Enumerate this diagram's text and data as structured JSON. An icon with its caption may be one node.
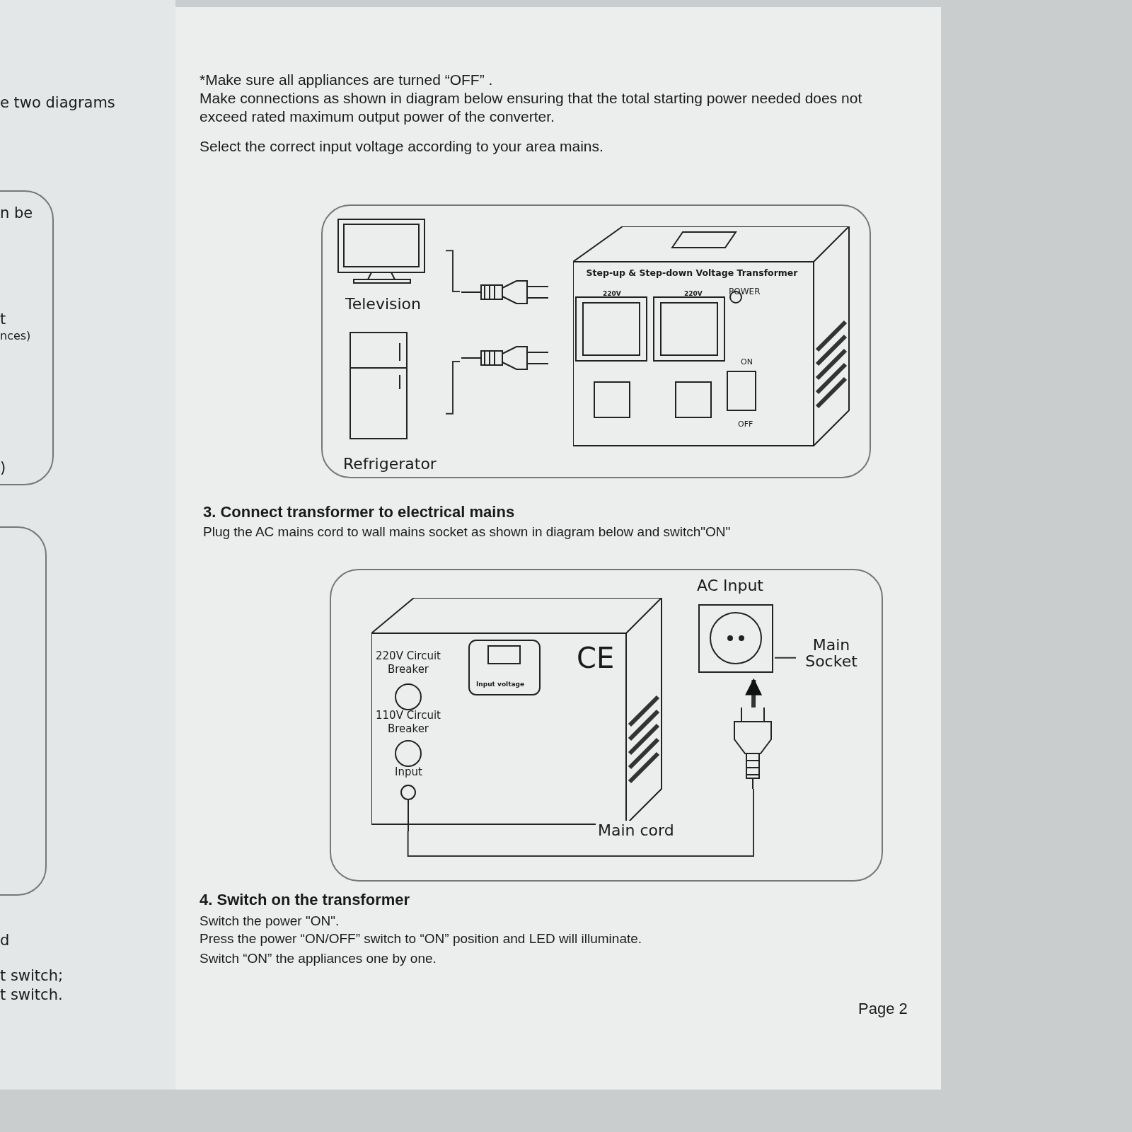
{
  "diagram": {
    "nodes": [
      {
        "text": [
          "Television"
        ]
      },
      {
        "text": [],
        "shape": "picture"
      },
      {
        "text": [
          "Refrigerator"
        ]
      },
      {
        "text": [],
        "shape": "picture"
      },
      {
        "text": [
          "Step-up & Step-down Voltage Transformer"
        ]
      },
      {
        "text": [],
        "shape": "picture"
      },
      {
        "text": [],
        "shape": "picture"
      },
      {
        "text": [
          "AC Input"
        ]
      },
      {
        "text": [
          "Main Socket"
        ]
      }
    ],
    "edges": [
      {
        "from": 0,
        "to": 1,
        "arrow": "none"
      },
      {
        "from": 2,
        "to": 3,
        "arrow": "none"
      },
      {
        "from": 5,
        "to": 6,
        "arrow": "none",
        "label": "Main cord"
      },
      {
        "from": 6,
        "to": 7,
        "arrow": "to",
        "style": "thick"
      },
      {
        "from": 8,
        "to": 7,
        "arrow": "none"
      }
    ],
    "labels": [
      "e two diagrams",
      "*Make sure all appliances are turned “OFF” .",
      "Make connections as shown in diagram below ensuring that the total starting power needed does not exceed rated maximum output power of the converter.",
      "Select the correct input voltage according to your area mains.",
      "n be",
      "t",
      "nces)",
      ")",
      "220V",
      "220V",
      "POWER",
      "ON",
      "OFF",
      "3. Connect transformer to electrical mains",
      "Plug the AC mains cord to wall mains socket as shown in diagram below and switch\"ON\"",
      "220V Circuit Breaker",
      "110V Circuit Breaker",
      "Input",
      "Input voltage",
      "CE",
      "4. Switch on the transformer",
      "Switch the power \"ON\".",
      "Press the power “ON/OFF” switch to “ON” position and LED will illuminate.",
      "Switch “ON” the appliances one by one.",
      "d",
      "t switch;",
      "t switch.",
      "Page 2"
    ]
  }
}
